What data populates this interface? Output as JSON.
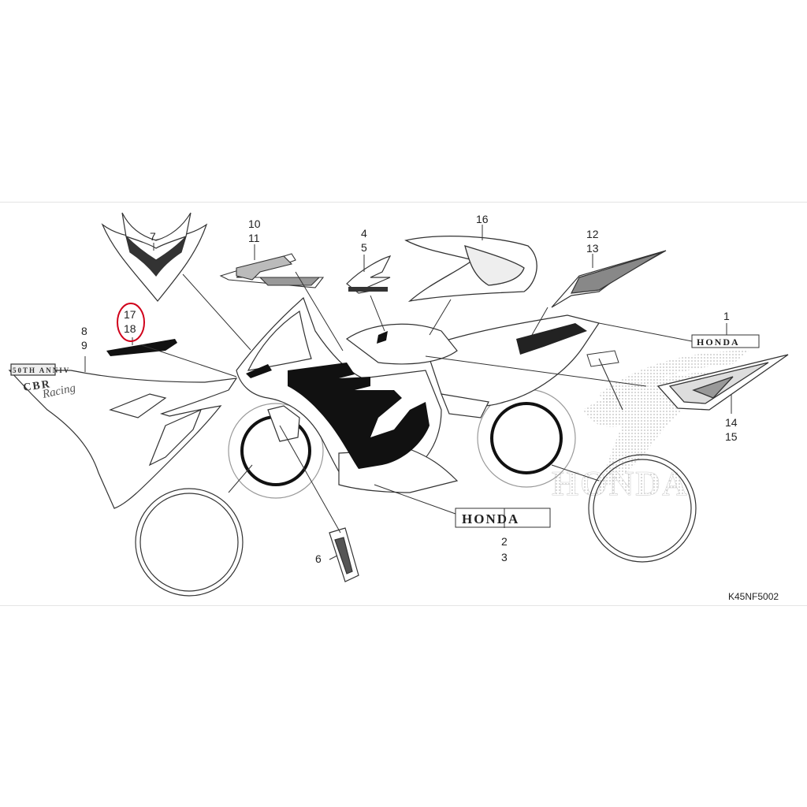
{
  "callouts": {
    "c1": "1",
    "c2": "2",
    "c3": "3",
    "c4": "4",
    "c5": "5",
    "c6": "6",
    "c7": "7",
    "c8": "8",
    "c9": "9",
    "c10": "10",
    "c11": "11",
    "c12": "12",
    "c13": "13",
    "c14": "14",
    "c15": "15",
    "c16": "16",
    "c17": "17",
    "c18": "18"
  },
  "decal_text": {
    "honda_small": "HONDA",
    "honda_large": "HONDA",
    "honda_watermark": "HONDA",
    "cbr_text": "CBR",
    "racing_text": "Racing",
    "anniv_text": "50TH ANNIV"
  },
  "diagram_code": "K45NF5002",
  "highlight_color": "#d0021b"
}
